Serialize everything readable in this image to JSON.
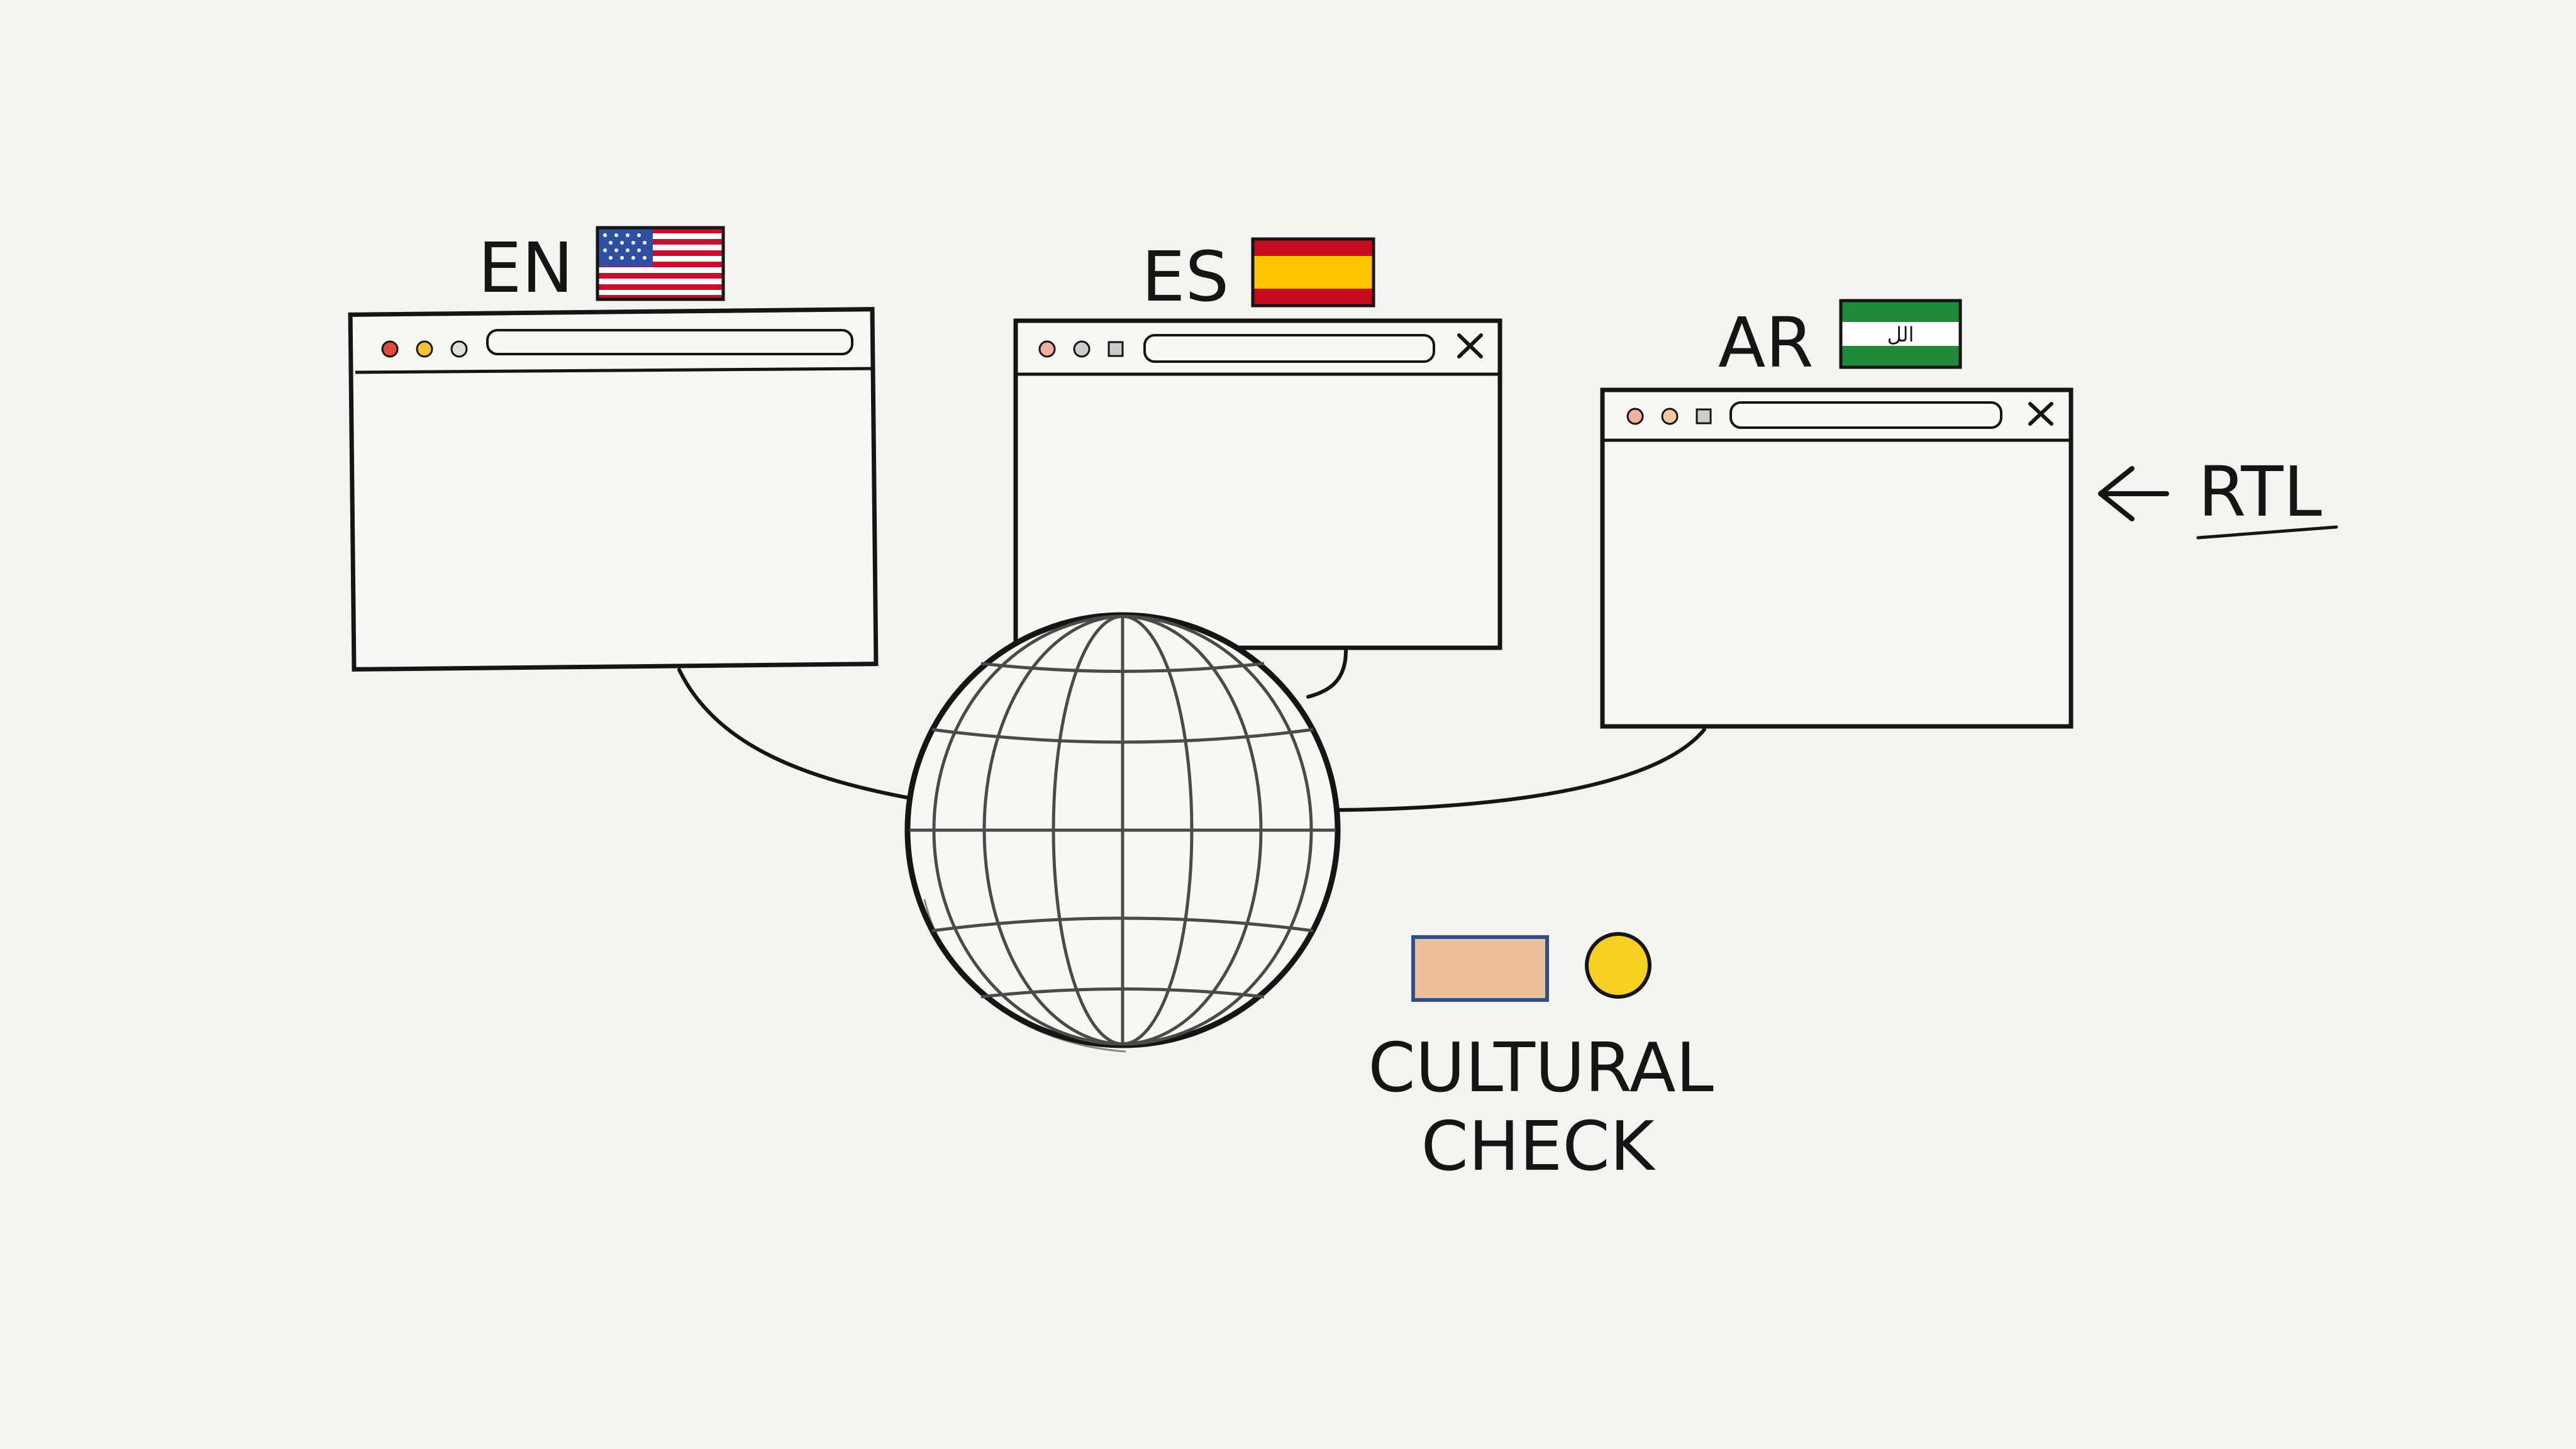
{
  "windows": [
    {
      "lang_label": "EN",
      "flag": "us-flag",
      "controls": [
        "close",
        "minimize",
        "maximize"
      ],
      "has_close_x": false
    },
    {
      "lang_label": "ES",
      "flag": "spain-flag",
      "controls": [
        "close",
        "minimize",
        "maximize"
      ],
      "has_close_x": true
    },
    {
      "lang_label": "AR",
      "flag": "arabic-flag",
      "controls": [
        "close",
        "minimize",
        "maximize"
      ],
      "has_close_x": true
    }
  ],
  "flags": {
    "arabic_script": "الل"
  },
  "rtl_note": {
    "label": "RTL",
    "arrow_icon": "left-arrow-icon"
  },
  "globe": {
    "icon": "globe-icon"
  },
  "cultural_check": {
    "line1": "CULTURAL",
    "line2": "CHECK",
    "swatch_icon": "color-swatch-icon",
    "dot_icon": "yellow-dot-icon"
  },
  "colors": {
    "ink": "#151515",
    "paper": "#f3f3f1",
    "us_red": "#c8102e",
    "us_blue": "#2f4fa3",
    "es_red": "#c60b1e",
    "es_yellow": "#ffc400",
    "ar_green": "#1f8a3a",
    "dot_red": "#e04b3a",
    "dot_yellow": "#f2c230",
    "dot_gray": "#bbbbbb",
    "swatch_fill": "#eebe98",
    "swatch_border": "#2d4f8a",
    "yellow_dot": "#f5d020"
  }
}
